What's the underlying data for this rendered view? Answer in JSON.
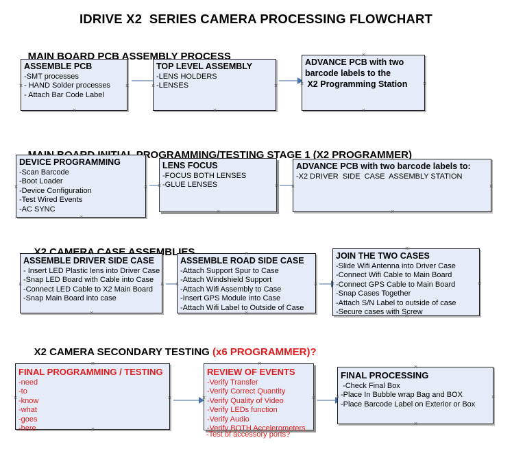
{
  "document": {
    "title": "IDRIVE X2  SERIES CAMERA PROCESSING FLOWCHART"
  },
  "sections": [
    {
      "id": "main-board-pcb-assembly-process",
      "heading": "MAIN BOARD PCB ASSEMBLY PROCESS",
      "heading_accent": "",
      "boxes": [
        {
          "id": "assemble-pcb",
          "title": "ASSEMBLE PCB",
          "lines": [
            "-SMT processes",
            "- HAND Solder processes",
            "- Attach Bar Code Label"
          ]
        },
        {
          "id": "top-level-assembly",
          "title": "TOP LEVEL ASSEMBLY",
          "lines": [
            "-LENS HOLDERS",
            "-LENSES"
          ]
        },
        {
          "id": "advance-pcb-to-x2-programming-station",
          "title": "ADVANCE PCB with two",
          "lines": [
            "barcode labels to the",
            " X2 Programming Station"
          ]
        }
      ]
    },
    {
      "id": "main-board-initial-programming-testing-stage-1",
      "heading": "MAIN BOARD INITIAL PROGRAMMING/TESTING STAGE 1 (X2 PROGRAMMER)",
      "heading_accent": "",
      "boxes": [
        {
          "id": "device-programming",
          "title": "DEVICE PROGRAMMING",
          "lines": [
            "-Scan Barcode",
            "-Boot Loader",
            "-Device Configuration",
            "-Test Wired Events",
            "-AC SYNC"
          ]
        },
        {
          "id": "lens-focus",
          "title": "LENS FOCUS",
          "lines": [
            "-FOCUS BOTH LENSES",
            "-GLUE LENSES"
          ]
        },
        {
          "id": "advance-pcb-to-driver-side-case-assembly",
          "title": "ADVANCE PCB with two barcode labels to:",
          "lines": [
            "-X2 DRIVER  SIDE  CASE  ASSEMBLY STATION"
          ]
        }
      ]
    },
    {
      "id": "x2-camera-case-assemblies",
      "heading": "X2 CAMERA CASE ASSEMBLIES",
      "heading_accent": "",
      "boxes": [
        {
          "id": "assemble-driver-side-case",
          "title": "ASSEMBLE DRIVER SIDE CASE",
          "lines": [
            "- Insert LED Plastic lens into Driver Case",
            "-Snap LED Board with Cable into Case",
            "-Connect LED Cable to X2 Main Board",
            "-Snap Main Board into case"
          ]
        },
        {
          "id": "assemble-road-side-case",
          "title": "ASSEMBLE ROAD SIDE CASE",
          "lines": [
            "-Attach Support Spur to Case",
            "-Attach Windshield Support",
            "-Attach Wifi Assembly to Case",
            "-Insert GPS Module into Case",
            "-Attach Wifi Label to Outside of Case"
          ]
        },
        {
          "id": "join-the-two-cases",
          "title": "JOIN THE TWO CASES",
          "lines": [
            "-Slide Wifi Antenna into Driver Case",
            "-Connect Wifi Cable to Main Board",
            "-Connect GPS Cable to Main Board",
            "-Snap Cases Together",
            "-Attach S/N Label to outside of case",
            "-Secure cases with Screw"
          ]
        }
      ]
    },
    {
      "id": "x2-camera-secondary-testing",
      "heading": "X2 CAMERA SECONDARY TESTING ",
      "heading_accent": "(x6 PROGRAMMER)?",
      "boxes": [
        {
          "id": "final-programming-testing",
          "title": "FINAL PROGRAMMING / TESTING",
          "lines": [
            "-need",
            "-to",
            "-know",
            "-what",
            "-goes",
            "-here"
          ]
        },
        {
          "id": "review-of-events",
          "title": "REVIEW OF EVENTS",
          "lines": [
            "-Verify Transfer",
            "-Verify Correct Quantity",
            "-Verify Quality of Video",
            "-Verify LEDs function",
            "-Verify Audio",
            "-Verify BOTH Accelerometers"
          ],
          "overflow_line": "-Test of accessory ports?"
        },
        {
          "id": "final-processing",
          "title": "FINAL PROCESSING",
          "lines": [
            " -Check Final Box",
            "-Place In Bubble wrap Bag and BOX",
            "-Place Barcode Label on Exterior or Box"
          ]
        }
      ]
    }
  ],
  "colors": {
    "box_fill": "#e6ecf7",
    "box_border": "#1a1a1a",
    "connector": "#9fb4cc",
    "arrowhead": "#4472a8",
    "accent_red": "#e01b1b",
    "text": "#000000"
  }
}
